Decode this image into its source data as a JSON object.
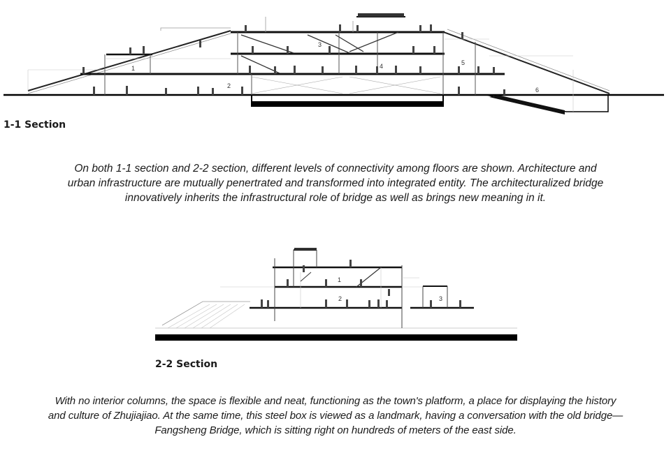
{
  "section1": {
    "title": "1-1 Section",
    "labels": [
      "1",
      "2",
      "3",
      "4",
      "5",
      "6"
    ]
  },
  "caption1": {
    "line1": "On both 1-1 section and 2-2 section, different levels of connectivity among floors are shown. Architecture and",
    "line2": "urban infrastructure are mutually penertrated and transformed into integrated entity. The architecturalized bridge",
    "line3": "innovatively inherits the infrastructural role of bridge as well as brings new meaning in it."
  },
  "section2": {
    "title": "2-2 Section",
    "labels": [
      "1",
      "2",
      "3"
    ]
  },
  "caption2": {
    "line1": "With no interior columns, the space is flexible and neat, functioning as the town's platform, a place for displaying the history",
    "line2": "and culture of Zhujiajiao. At the same time, this steel box is viewed as a landmark, having a conversation with the old bridge—",
    "line3": "Fangsheng Bridge, which is sitting right on hundreds of meters of the east side."
  },
  "colors": {
    "ink": "#111111",
    "line": "#444444",
    "light": "#9a9a9a"
  }
}
